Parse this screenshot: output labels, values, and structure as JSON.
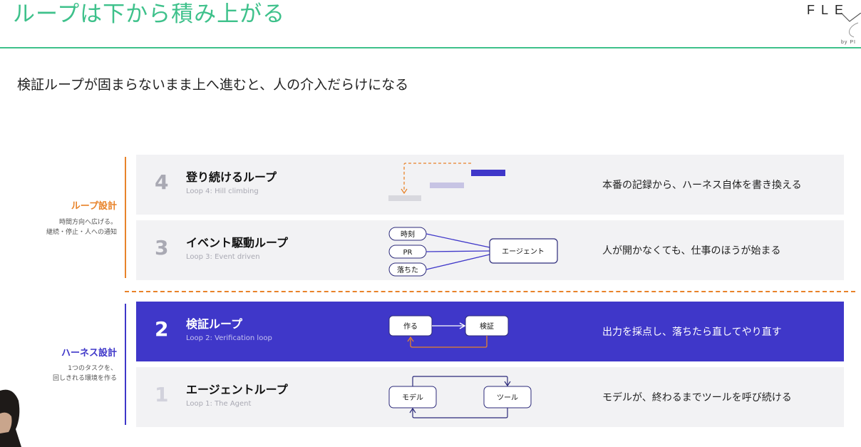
{
  "header": {
    "title": "ループは下から積み上がる",
    "logo_text": "FLE",
    "logo_sub": "by PI"
  },
  "subtitle": "検証ループが固まらないまま上へ進むと、人の介入だらけになる",
  "groups": [
    {
      "title": "ループ設計",
      "desc_lines": [
        "時間方向へ広げる。",
        "継続・停止・人への通知"
      ]
    },
    {
      "title": "ハーネス設計",
      "desc_lines": [
        "1つのタスクを、",
        "回しきれる環境を作る"
      ]
    }
  ],
  "rows": [
    {
      "num": "4",
      "name": "登り続けるループ",
      "sub": "Loop 4: Hill climbing",
      "desc": "本番の記録から、ハーネス自体を書き換える"
    },
    {
      "num": "3",
      "name": "イベント駆動ループ",
      "sub": "Loop 3: Event driven",
      "desc": "人が開かなくても、仕事のほうが始まる",
      "nodes": {
        "inputs": [
          "時刻",
          "PR",
          "落ちた"
        ],
        "target": "エージェント"
      }
    },
    {
      "num": "2",
      "name": "検証ループ",
      "sub": "Loop 2: Verification loop",
      "desc": "出力を採点し、落ちたら直してやり直す",
      "nodes": {
        "left": "作る",
        "right": "検証"
      }
    },
    {
      "num": "1",
      "name": "エージェントループ",
      "sub": "Loop 1: The Agent",
      "desc": "モデルが、終わるまでツールを呼び続ける",
      "nodes": {
        "left": "モデル",
        "right": "ツール"
      }
    }
  ],
  "colors": {
    "accent_green": "#3ec18b",
    "accent_orange": "#e8832a",
    "accent_purple": "#3f37c9"
  }
}
